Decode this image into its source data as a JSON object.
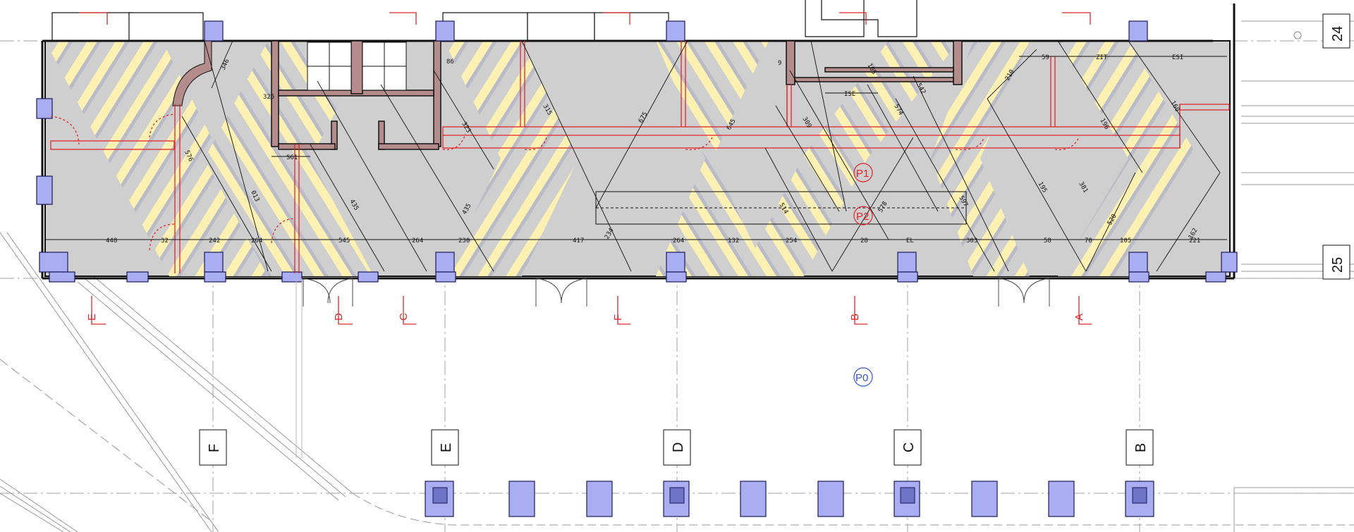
{
  "colors": {
    "floor": "#cfcfcf",
    "hatch_yellow": "#fdf0b3",
    "hatch_grey": "#b9bcc6",
    "column_fill": "#a9aef2",
    "column_stroke": "#1a1a5a",
    "wall": "#111111",
    "red": "#e0262a",
    "blue_marker": "#3a56d4"
  },
  "grid_tags_right": [
    "24",
    "25"
  ],
  "grid_tags_bottom": [
    "F",
    "E",
    "D",
    "C",
    "B"
  ],
  "section_tags": [
    "E",
    "D",
    "C",
    "F",
    "B",
    "A"
  ],
  "markers": {
    "p0": "P0",
    "p1": "P1",
    "p2": "P2"
  },
  "dims": {
    "top_row": [
      "86",
      "325",
      "9",
      "ISE",
      "ZIT",
      "S61",
      "59",
      "ESI"
    ],
    "bottom_row": [
      "448",
      "32",
      "242",
      "264",
      "545",
      "264",
      "230",
      "417",
      "264",
      "132",
      "254",
      "28",
      "EL",
      "303",
      "58",
      "70",
      "105",
      "221"
    ],
    "diagonal": [
      "346",
      "576",
      "013",
      "435",
      "435",
      "323",
      "315",
      "234",
      "675",
      "645",
      "514",
      "309",
      "578",
      "574",
      "597",
      "542",
      "210",
      "195",
      "196",
      "160",
      "520",
      "162",
      "381",
      "105"
    ]
  }
}
